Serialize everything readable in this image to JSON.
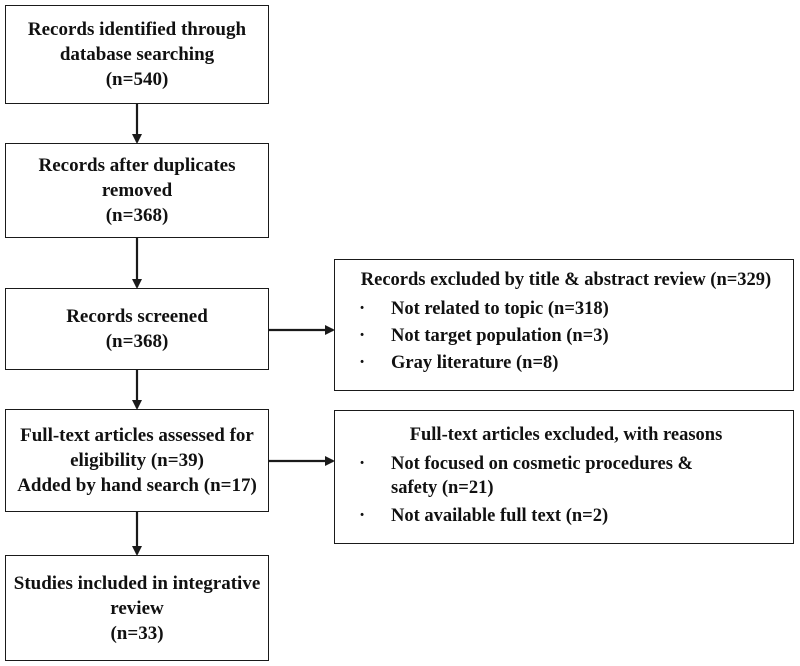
{
  "flow": {
    "identified": {
      "line1": "Records identified through",
      "line2": "database searching",
      "count": "(n=540)"
    },
    "deduplicated": {
      "line1": "Records after duplicates",
      "line2": "removed",
      "count": "(n=368)"
    },
    "screened": {
      "line1": "Records screened",
      "count": "(n=368)"
    },
    "fulltext": {
      "line1": "Full-text articles assessed for",
      "line2": "eligibility (n=39)",
      "line3": "Added by hand search (n=17)"
    },
    "included": {
      "line1": "Studies included in integrative",
      "line2": "review",
      "count": "(n=33)"
    }
  },
  "exclusions": {
    "screening": {
      "heading": "Records excluded by title & abstract review (n=329)",
      "bullet": "·",
      "items": [
        "Not related to topic (n=318)",
        "Not target population (n=3)",
        "Gray literature (n=8)"
      ]
    },
    "fulltext": {
      "heading": "Full-text articles excluded, with reasons",
      "bullet": "·",
      "items": [
        [
          "Not focused on cosmetic procedures &",
          "safety (n=21)"
        ],
        "Not available full text (n=2)"
      ]
    }
  }
}
